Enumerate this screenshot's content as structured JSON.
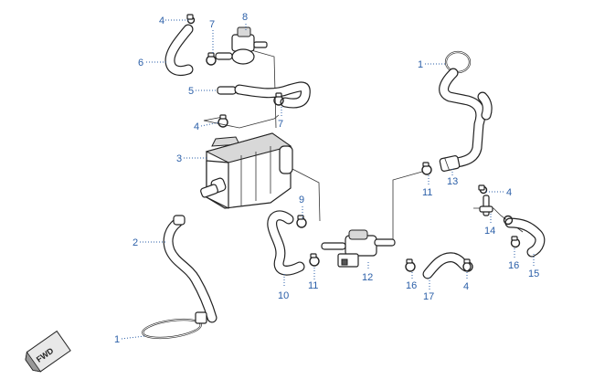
{
  "diagram": {
    "callouts": [
      "1",
      "2",
      "3",
      "4",
      "5",
      "6",
      "7",
      "8",
      "9",
      "10",
      "11",
      "12",
      "13",
      "14",
      "15",
      "16",
      "17"
    ]
  },
  "badge": {
    "text": "FWD"
  }
}
